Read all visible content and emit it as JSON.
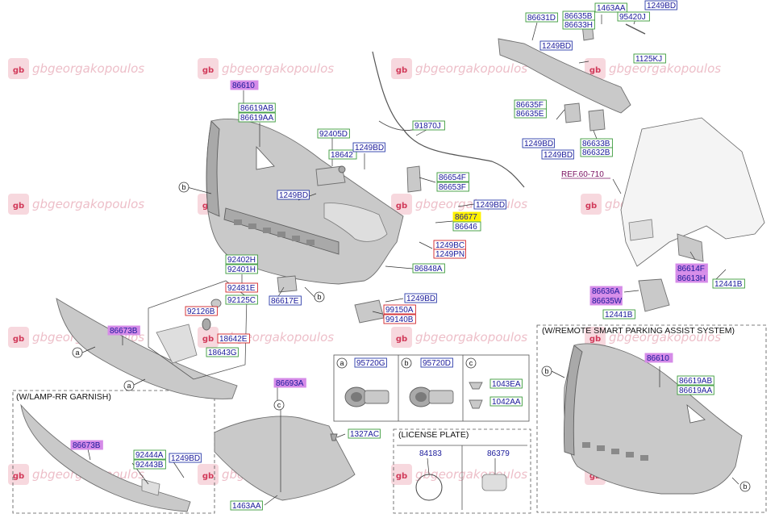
{
  "watermark": {
    "text": "gbgeorgakopoulos"
  },
  "frames": {
    "smart_parking": "(W/REMOTE SMART PARKING ASSIST SYSTEM)",
    "lamp_garnish": "(W/LAMP-RR GARNISH)",
    "license_plate": "(LICENSE PLATE)"
  },
  "callouts": {
    "a": "a",
    "b": "b",
    "c": "c"
  },
  "legend_cells": [
    {
      "letter": "a",
      "part": "95720G"
    },
    {
      "letter": "b",
      "part": "95720D"
    },
    {
      "letter": "c",
      "part": "1043EA"
    },
    {
      "letter": "",
      "part": "1042AA"
    }
  ],
  "license_parts": [
    "84183",
    "86379"
  ],
  "labels": {
    "p86610": "86610",
    "p86619AB": "86619AB",
    "p86619AA": "86619AA",
    "p92405D": "92405D",
    "p18642": "18642",
    "p1249BD_a": "1249BD",
    "p1249BD_b": "1249BD",
    "p91870J": "91870J",
    "p86654F": "86654F",
    "p86653F": "86653F",
    "p1249BD_c": "1249BD",
    "p86677": "86677",
    "p86646": "86646",
    "p1249BC": "1249BC",
    "p1249PN": "1249PN",
    "p86848A": "86848A",
    "p92402H": "92402H",
    "p92401H": "92401H",
    "p92481E": "92481E",
    "p92125C": "92125C",
    "p92126B": "92126B",
    "p18642E": "18642E",
    "p18643G": "18643G",
    "p86617E": "86617E",
    "p1249BD_d": "1249BD",
    "p99150A": "99150A",
    "p99140B": "99140B",
    "p86673B": "86673B",
    "p86631D": "86631D",
    "p86635B": "86635B",
    "p86633H": "86633H",
    "p1463AA_a": "1463AA",
    "p95420J": "95420J",
    "p1249BD_e": "1249BD",
    "p1249BD_f": "1249BD",
    "p1125KJ": "1125KJ",
    "p86635F": "86635F",
    "p86635E": "86635E",
    "p1249BD_g": "1249BD",
    "p1249BD_h": "1249BD",
    "p86633B": "86633B",
    "p86632B": "86632B",
    "pREF": "REF.60-710",
    "p86614F": "86614F",
    "p86613H": "86613H",
    "p12441B_a": "12441B",
    "p86636A": "86636A",
    "p86635W": "86635W",
    "p12441B_b": "12441B",
    "p86610_b": "86610",
    "p86619AB_b": "86619AB",
    "p86619AA_b": "86619AA",
    "p86693A": "86693A",
    "p1327AC": "1327AC",
    "p1463AA_b": "1463AA",
    "p86673B_b": "86673B",
    "p92444A": "92444A",
    "p92443B": "92443B",
    "p1249BD_i": "1249BD"
  },
  "colors": {
    "label_blue": "#1a1a9a",
    "box_green": "#3a9a3a",
    "box_blue": "#2a3aa8",
    "box_red": "#d2232a",
    "highlight_magenta": "#d58be8",
    "highlight_yellow": "#fff200",
    "watermark_pink": "#e7a9b6"
  }
}
